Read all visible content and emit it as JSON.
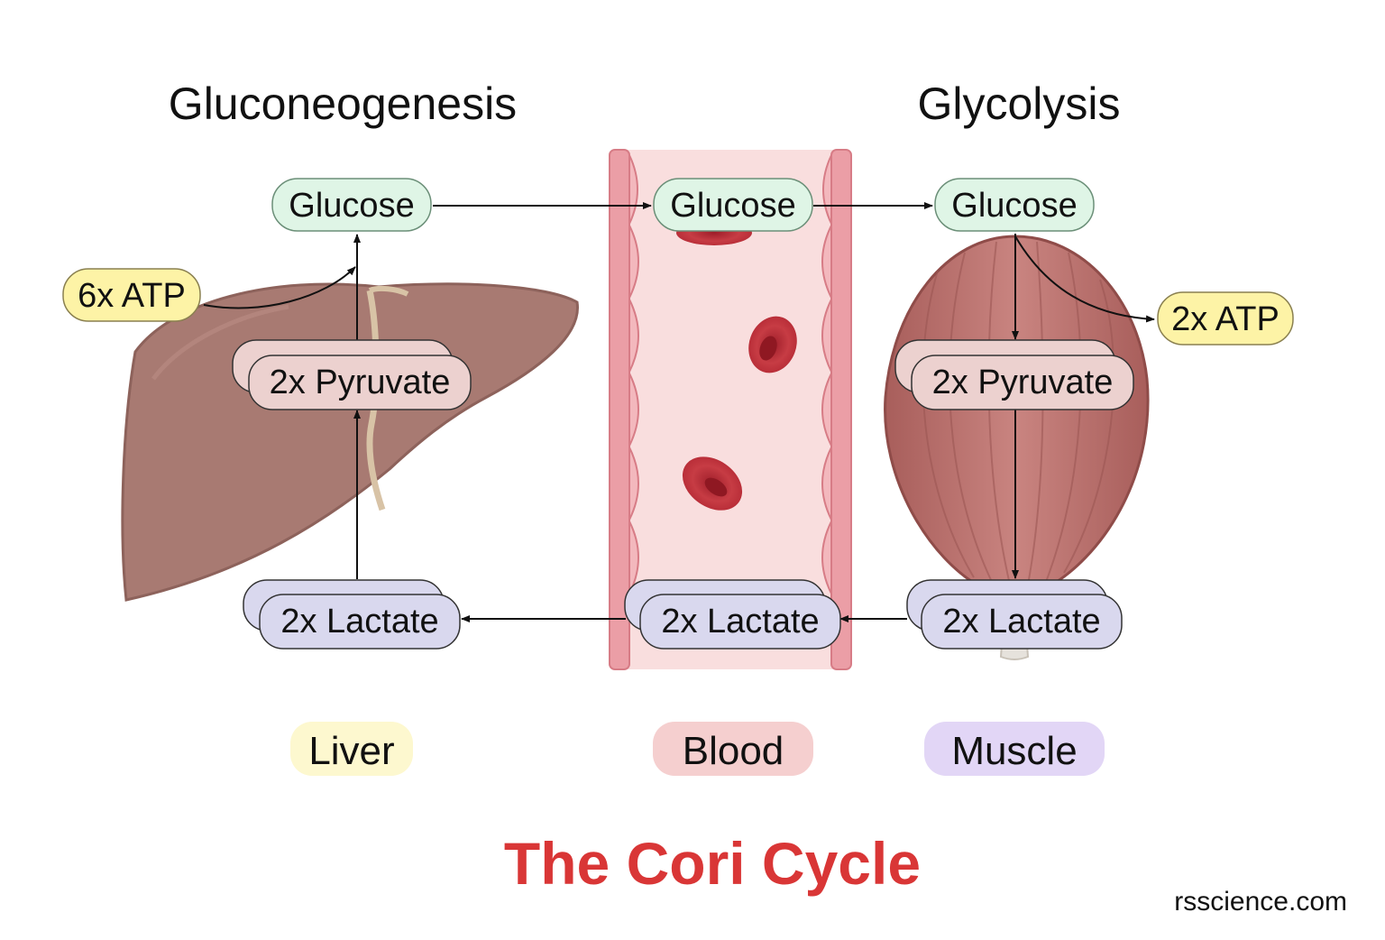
{
  "headings": {
    "left": "Gluconeogenesis",
    "right": "Glycolysis"
  },
  "nodes": {
    "liver_glucose": "Glucose",
    "blood_glucose": "Glucose",
    "muscle_glucose": "Glucose",
    "liver_atp": "6x ATP",
    "muscle_atp": "2x ATP",
    "liver_pyruvate": "2x Pyruvate",
    "muscle_pyruvate": "2x Pyruvate",
    "liver_lactate": "2x Lactate",
    "blood_lactate": "2x Lactate",
    "muscle_lactate": "2x Lactate"
  },
  "compartments": {
    "liver": "Liver",
    "blood": "Blood",
    "muscle": "Muscle"
  },
  "title": "The Cori Cycle",
  "credit": "rsscience.com",
  "colors": {
    "glucose_fill": "#dff5e6",
    "atp_fill": "#fdf3a6",
    "pyruvate_fill": "#ecd1cf",
    "lactate_fill": "#d9d8ee",
    "liver_tag": "#fdf8cf",
    "blood_tag": "#f5cfcf",
    "muscle_tag": "#e2d6f6",
    "title": "#d93636",
    "liver_organ": "#a87a72",
    "muscle_organ": "#bd7772",
    "vessel": "#f9dede",
    "red_cell": "#c63a42"
  }
}
